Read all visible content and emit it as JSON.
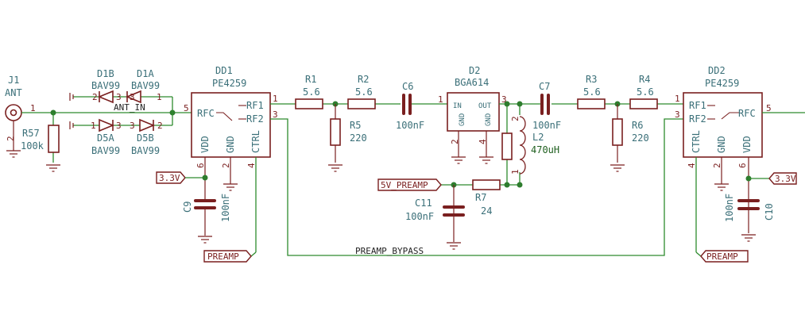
{
  "components": {
    "J1": {
      "ref": "J1",
      "value": "ANT",
      "pins": [
        "1",
        "2"
      ]
    },
    "R57": {
      "ref": "R57",
      "value": "100k"
    },
    "D1B": {
      "ref": "D1B",
      "value": "BAV99"
    },
    "D1A": {
      "ref": "D1A",
      "value": "BAV99"
    },
    "D5A": {
      "ref": "D5A",
      "value": "BAV99"
    },
    "D5B": {
      "ref": "D5B",
      "value": "BAV99"
    },
    "DD1": {
      "ref": "DD1",
      "value": "PE4259",
      "rfc": "RFC",
      "rf1": "RF1",
      "rf2": "RF2",
      "vdd": "VDD",
      "gnd": "GND",
      "ctrl": "CTRL"
    },
    "C9": {
      "ref": "C9",
      "value": "100nF"
    },
    "R1": {
      "ref": "R1",
      "value": "5.6"
    },
    "R2": {
      "ref": "R2",
      "value": "5.6"
    },
    "R5": {
      "ref": "R5",
      "value": "220"
    },
    "C6": {
      "ref": "C6",
      "value": "100nF"
    },
    "D2": {
      "ref": "D2",
      "value": "BGA614",
      "in": "IN",
      "out": "OUT",
      "gnd": "GND"
    },
    "C7": {
      "ref": "C7",
      "value": "100nF"
    },
    "L2": {
      "ref": "L2",
      "value": "470uH"
    },
    "R7": {
      "ref": "R7",
      "value": "24"
    },
    "C11": {
      "ref": "C11",
      "value": "100nF"
    },
    "R3": {
      "ref": "R3",
      "value": "5.6"
    },
    "R4": {
      "ref": "R4",
      "value": "5.6"
    },
    "R6": {
      "ref": "R6",
      "value": "220"
    },
    "DD2": {
      "ref": "DD2",
      "value": "PE4259",
      "rfc": "RFC",
      "rf1": "RF1",
      "rf2": "RF2",
      "vdd": "VDD",
      "gnd": "GND",
      "ctrl": "CTRL"
    },
    "C10": {
      "ref": "C10",
      "value": "100nF"
    }
  },
  "nets": {
    "ant_in": "ANT_IN",
    "preamp_bypass": "PREAMP_BYPASS"
  },
  "flags": {
    "v33_left": "3.3V",
    "v33_right": "3.3V",
    "preamp_left": "PREAMP",
    "preamp_right": "PREAMP",
    "v5_preamp": "5V_PREAMP"
  },
  "pin_numbers": {
    "p1": "1",
    "p2": "2",
    "p3": "3",
    "p4": "4",
    "p5": "5",
    "p6": "6"
  },
  "colors": {
    "wire": "#2e8b2e",
    "component": "#7a1f1f",
    "text": "#3a6f78"
  }
}
